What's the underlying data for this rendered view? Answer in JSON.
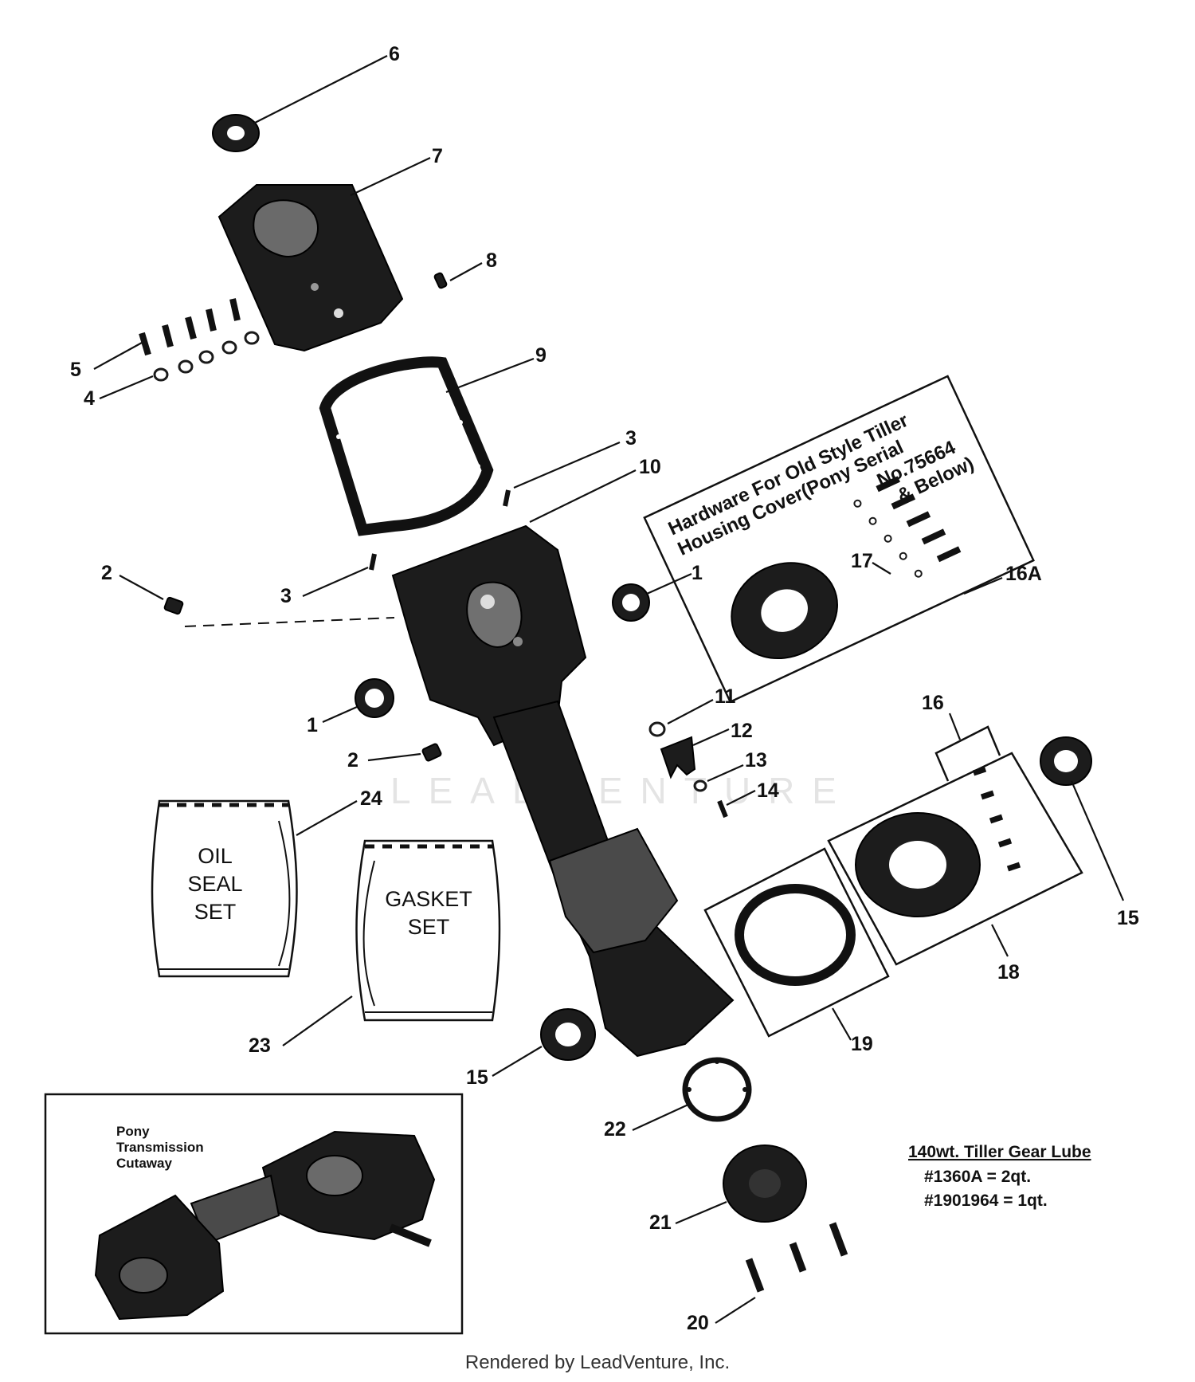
{
  "callouts": {
    "c1a": "1",
    "c1b": "1",
    "c2a": "2",
    "c2b": "2",
    "c3a": "3",
    "c3b": "3",
    "c4": "4",
    "c5": "5",
    "c6": "6",
    "c7": "7",
    "c8": "8",
    "c9": "9",
    "c10": "10",
    "c11": "11",
    "c12": "12",
    "c13": "13",
    "c14": "14",
    "c15a": "15",
    "c15b": "15",
    "c16": "16",
    "c16a": "16A",
    "c17": "17",
    "c18": "18",
    "c19": "19",
    "c20": "20",
    "c21": "21",
    "c22": "22",
    "c23": "23",
    "c24": "24"
  },
  "bags": {
    "oil_seal": [
      "OIL",
      "SEAL",
      "SET"
    ],
    "gasket": [
      "GASKET",
      "SET"
    ]
  },
  "hardware_box": {
    "lines": [
      "Hardware For Old Style Tiller",
      "Housing Cover(Pony Serial",
      "No.75664",
      "& Below)"
    ]
  },
  "cutaway": {
    "label_lines": [
      "Pony",
      "Transmission",
      "Cutaway"
    ]
  },
  "lube_note": {
    "title": "140wt. Tiller Gear Lube",
    "lines": [
      "#1360A = 2qt.",
      "#1901964 = 1qt."
    ]
  },
  "watermark": "LEADVENTURE",
  "footer": "Rendered by LeadVenture, Inc."
}
